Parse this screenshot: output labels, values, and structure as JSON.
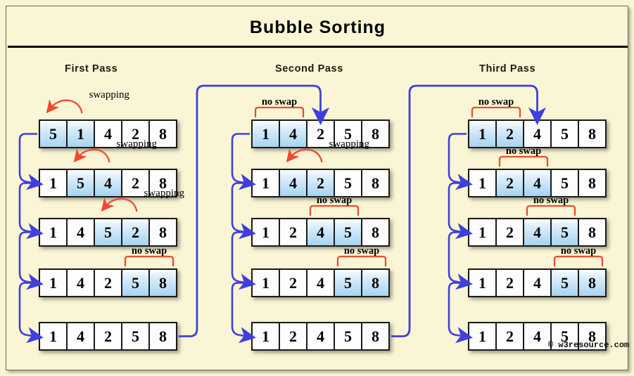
{
  "title": "Bubble  Sorting",
  "watermark": "© w3resource.com",
  "colors": {
    "background": "#faf6d5",
    "frame_border": "#6b6b55",
    "cell_border": "#1a1a1a",
    "highlight_blue": "#b6dcf4",
    "arrow_blue": "#3f3fdd",
    "label_red": "#f04a32",
    "text": "#000000"
  },
  "labels": {
    "swapping": "swapping",
    "no_swap": "no swap"
  },
  "passes": [
    {
      "header": "First  Pass",
      "rows": [
        {
          "values": [
            "5",
            "1",
            "4",
            "2",
            "8"
          ],
          "highlight": [
            0,
            1
          ],
          "annotation": "swapping"
        },
        {
          "values": [
            "1",
            "5",
            "4",
            "2",
            "8"
          ],
          "highlight": [
            1,
            2
          ],
          "annotation": "swapping"
        },
        {
          "values": [
            "1",
            "4",
            "5",
            "2",
            "8"
          ],
          "highlight": [
            2,
            3
          ],
          "annotation": "swapping"
        },
        {
          "values": [
            "1",
            "4",
            "2",
            "5",
            "8"
          ],
          "highlight": [
            3,
            4
          ],
          "annotation": "no swap"
        },
        {
          "values": [
            "1",
            "4",
            "2",
            "5",
            "8"
          ],
          "highlight": [],
          "annotation": ""
        }
      ]
    },
    {
      "header": "Second  Pass",
      "rows": [
        {
          "values": [
            "1",
            "4",
            "2",
            "5",
            "8"
          ],
          "highlight": [
            0,
            1
          ],
          "annotation": "no swap"
        },
        {
          "values": [
            "1",
            "4",
            "2",
            "5",
            "8"
          ],
          "highlight": [
            1,
            2
          ],
          "annotation": "swapping"
        },
        {
          "values": [
            "1",
            "2",
            "4",
            "5",
            "8"
          ],
          "highlight": [
            2,
            3
          ],
          "annotation": "no swap"
        },
        {
          "values": [
            "1",
            "2",
            "4",
            "5",
            "8"
          ],
          "highlight": [
            3,
            4
          ],
          "annotation": "no swap"
        },
        {
          "values": [
            "1",
            "2",
            "4",
            "5",
            "8"
          ],
          "highlight": [],
          "annotation": ""
        }
      ]
    },
    {
      "header": "Third  Pass",
      "rows": [
        {
          "values": [
            "1",
            "2",
            "4",
            "5",
            "8"
          ],
          "highlight": [
            0,
            1
          ],
          "annotation": "no swap"
        },
        {
          "values": [
            "1",
            "2",
            "4",
            "5",
            "8"
          ],
          "highlight": [
            1,
            2
          ],
          "annotation": "no swap"
        },
        {
          "values": [
            "1",
            "2",
            "4",
            "5",
            "8"
          ],
          "highlight": [
            2,
            3
          ],
          "annotation": "no swap"
        },
        {
          "values": [
            "1",
            "2",
            "4",
            "5",
            "8"
          ],
          "highlight": [
            3,
            4
          ],
          "annotation": "no swap"
        },
        {
          "values": [
            "1",
            "2",
            "4",
            "5",
            "8"
          ],
          "highlight": [],
          "annotation": ""
        }
      ]
    }
  ],
  "chart_data": {
    "type": "diagram",
    "title": "Bubble Sorting",
    "initial_array": [
      5,
      1,
      4,
      2,
      8
    ],
    "final_array": [
      1,
      2,
      4,
      5,
      8
    ],
    "passes": [
      {
        "name": "First Pass",
        "states": [
          [
            5,
            1,
            4,
            2,
            8
          ],
          [
            1,
            5,
            4,
            2,
            8
          ],
          [
            1,
            4,
            5,
            2,
            8
          ],
          [
            1,
            4,
            2,
            5,
            8
          ],
          [
            1,
            4,
            2,
            5,
            8
          ]
        ],
        "comparisons": [
          [
            0,
            1
          ],
          [
            1,
            2
          ],
          [
            2,
            3
          ],
          [
            3,
            4
          ]
        ],
        "actions": [
          "swapping",
          "swapping",
          "swapping",
          "no swap"
        ]
      },
      {
        "name": "Second Pass",
        "states": [
          [
            1,
            4,
            2,
            5,
            8
          ],
          [
            1,
            4,
            2,
            5,
            8
          ],
          [
            1,
            2,
            4,
            5,
            8
          ],
          [
            1,
            2,
            4,
            5,
            8
          ],
          [
            1,
            2,
            4,
            5,
            8
          ]
        ],
        "comparisons": [
          [
            0,
            1
          ],
          [
            1,
            2
          ],
          [
            2,
            3
          ],
          [
            3,
            4
          ]
        ],
        "actions": [
          "no swap",
          "swapping",
          "no swap",
          "no swap"
        ]
      },
      {
        "name": "Third Pass",
        "states": [
          [
            1,
            2,
            4,
            5,
            8
          ],
          [
            1,
            2,
            4,
            5,
            8
          ],
          [
            1,
            2,
            4,
            5,
            8
          ],
          [
            1,
            2,
            4,
            5,
            8
          ],
          [
            1,
            2,
            4,
            5,
            8
          ]
        ],
        "comparisons": [
          [
            0,
            1
          ],
          [
            1,
            2
          ],
          [
            2,
            3
          ],
          [
            3,
            4
          ]
        ],
        "actions": [
          "no swap",
          "no swap",
          "no swap",
          "no swap"
        ]
      }
    ]
  }
}
